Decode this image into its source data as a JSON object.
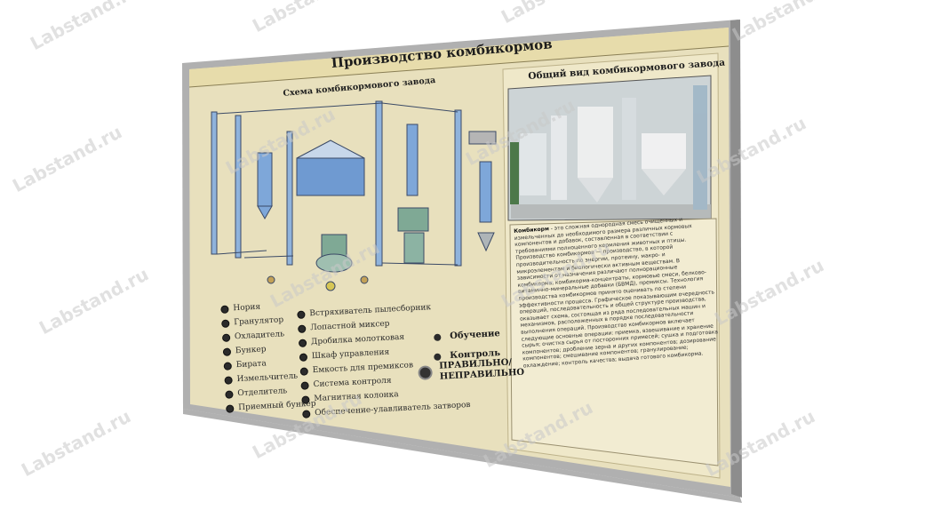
{
  "board": {
    "title": "Производство комбикормов",
    "scheme_title": "Схема комбикормового завода",
    "photo_title": "Общий вид комбикормового завода",
    "photo_alt": "фото комбикормового завода"
  },
  "legend_left": [
    "Нория",
    "Гранулятор",
    "Охладитель",
    "Бункер",
    "Бирата",
    "Измельчитель",
    "Отделитель",
    "Приемный бункер"
  ],
  "legend_middle": [
    "Встряхиватель пылесборник",
    "Лопастной миксер",
    "Дробилка молотковая",
    "Шкаф управления",
    "Емкость для премиксов",
    "Система контроля",
    "Магнитная колонка",
    "Обеспечение-улавливатель затворов"
  ],
  "controls": {
    "training": "Обучение",
    "control": "Контроль",
    "correct_line1": "ПРАВИЛЬНО/",
    "correct_line2": "НЕПРАВИЛЬНО"
  },
  "description": {
    "lead": "Комбикорм",
    "text": " - это сложная однородная смесь очищенных и измельченных до необходимого размера различных кормовых компонентов и добавок, составленная в соответствии с требованиями полноценного кормления животных и птицы. Производство комбикормов — производство, в которой производительность по энергии, протеину, макро- и микроэлементам и биологически активным веществам. В зависимости от назначения различают полнорационные комбикорма, комбикорма-концентраты, кормовые смеси, белково-витаминно-минеральные добавки (БВМД), премиксы. Технология производства комбикормов принято оценивать по степени эффективности процесса. Графическое показывающим очередность операций, последовательность и общей структуре производства, оказывает схема, состоящая из ряда последовательных машин и механизмов, расположенных в порядке последовательности выполнения операций. Производство комбикормов включает следующие основные операции: приемка, взвешивание и хранение сырья; очистка сырья от посторонних примесей; сушка и подготовка компонентов; дробление зерна и других компонентов; дозирование компонентов; смешивание компонентов; гранулирование; охлаждение; контроль качества; выдача готового комбикорма."
  },
  "watermark": "Labstand.ru",
  "colors": {
    "panel_bg": "#ece4c2",
    "frame": "#9c9c9c",
    "equipment_blue": "#7ea7d9",
    "equipment_green": "#7fa995",
    "photo_tone": "#cfd6da"
  }
}
